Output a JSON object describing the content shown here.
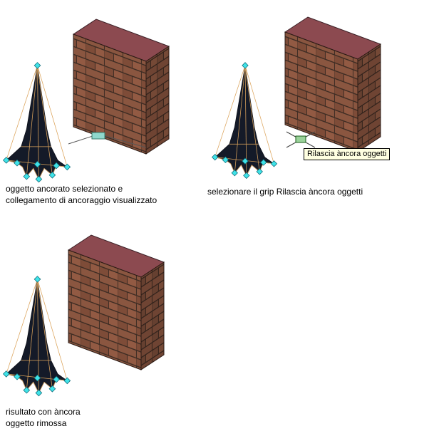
{
  "page": {
    "background": "#ffffff",
    "description_lang": "it"
  },
  "panels": [
    {
      "name": "oggetto-ancorato-selezionato",
      "caption_lines": [
        "oggetto ancorato selezionato e",
        "collegamento di ancoraggio visualizzato"
      ]
    },
    {
      "name": "selezionare-grip-rilascia-ancora",
      "tooltip": "Rilascia àncora oggetti",
      "caption_lines": [
        "selezionare il grip Rilascia àncora oggetti"
      ]
    },
    {
      "name": "risultato-ancora-rimossa",
      "caption_lines": [
        "risultato con àncora",
        "oggetto rimossa"
      ]
    }
  ],
  "colors": {
    "wall_top": "#8c4a50",
    "brick_front": "#8a5640",
    "brick_side": "#6f4433",
    "mortar": "#3f2d24",
    "tree_fill": "#141a28",
    "wireframe": "#dca45c",
    "grip_cyan": "#3fe3e8",
    "grip_outline": "#106a78",
    "anchor_node_fill": "#8fd8cc",
    "anchor_grip_green": "#9ad29a",
    "tooltip_bg": "#ffffe1"
  }
}
